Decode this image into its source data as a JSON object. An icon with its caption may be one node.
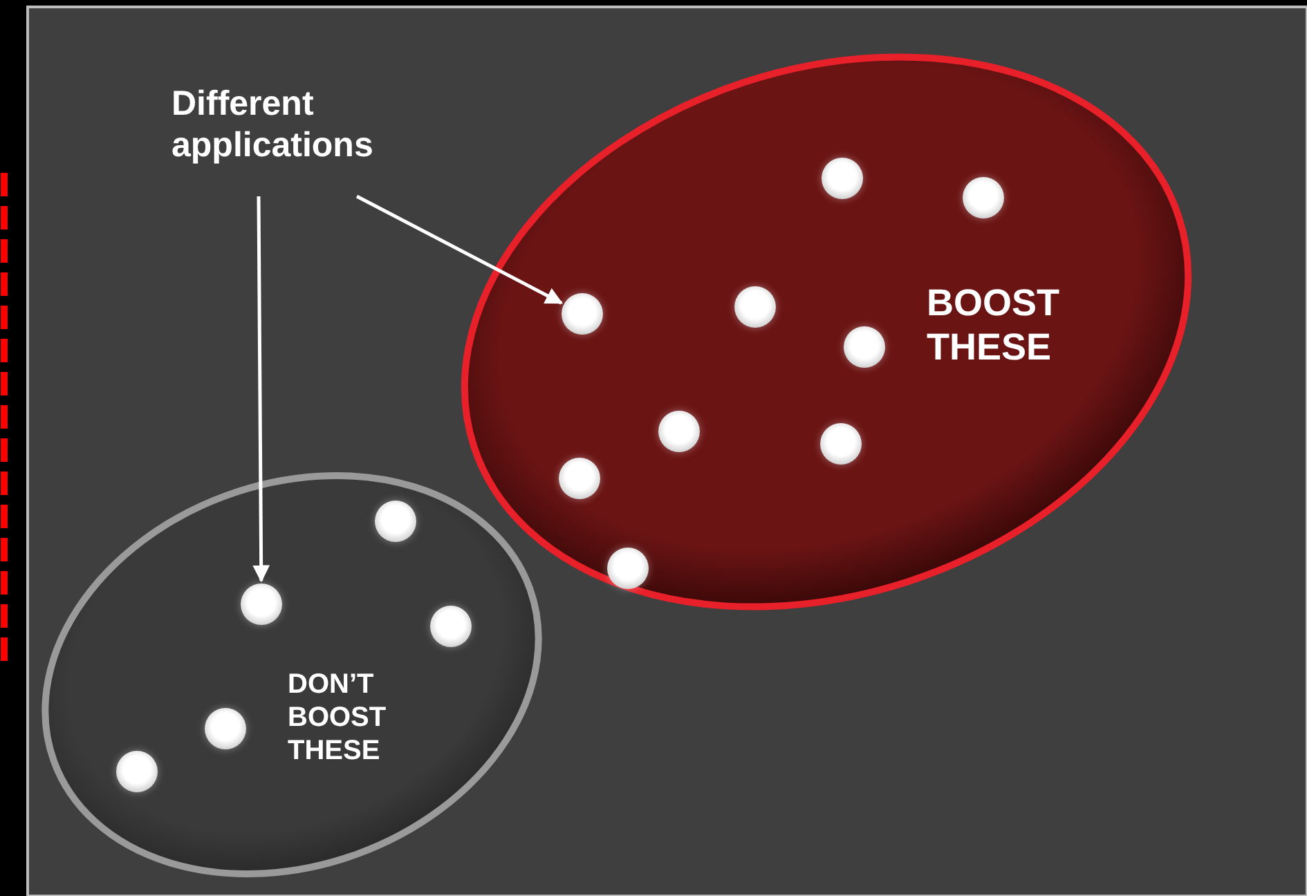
{
  "diagram": {
    "nodes": [
      {
        "text": [
          "Different applications"
        ]
      },
      {
        "text": [
          "BOOST THESE"
        ]
      },
      {
        "text": [],
        "shape": "circle",
        "in": 1
      },
      {
        "text": [],
        "shape": "circle",
        "in": 1
      },
      {
        "text": [],
        "shape": "circle",
        "in": 1
      },
      {
        "text": [],
        "shape": "circle",
        "in": 1
      },
      {
        "text": [],
        "shape": "circle",
        "in": 1
      },
      {
        "text": [],
        "shape": "circle",
        "in": 1
      },
      {
        "text": [],
        "shape": "circle",
        "in": 1
      },
      {
        "text": [],
        "shape": "circle",
        "in": 1
      },
      {
        "text": [],
        "shape": "circle",
        "in": 1
      },
      {
        "text": [
          "DON’T BOOST THESE"
        ]
      },
      {
        "text": [],
        "shape": "circle",
        "in": 11
      },
      {
        "text": [],
        "shape": "circle",
        "in": 11
      },
      {
        "text": [],
        "shape": "circle",
        "in": 11
      },
      {
        "text": [],
        "shape": "circle",
        "in": 11
      },
      {
        "text": [],
        "shape": "circle",
        "in": 11
      }
    ],
    "edges": [
      {
        "from": 0,
        "to": 13,
        "arrow": "to"
      },
      {
        "from": 0,
        "to": 5,
        "arrow": "to"
      }
    ]
  }
}
